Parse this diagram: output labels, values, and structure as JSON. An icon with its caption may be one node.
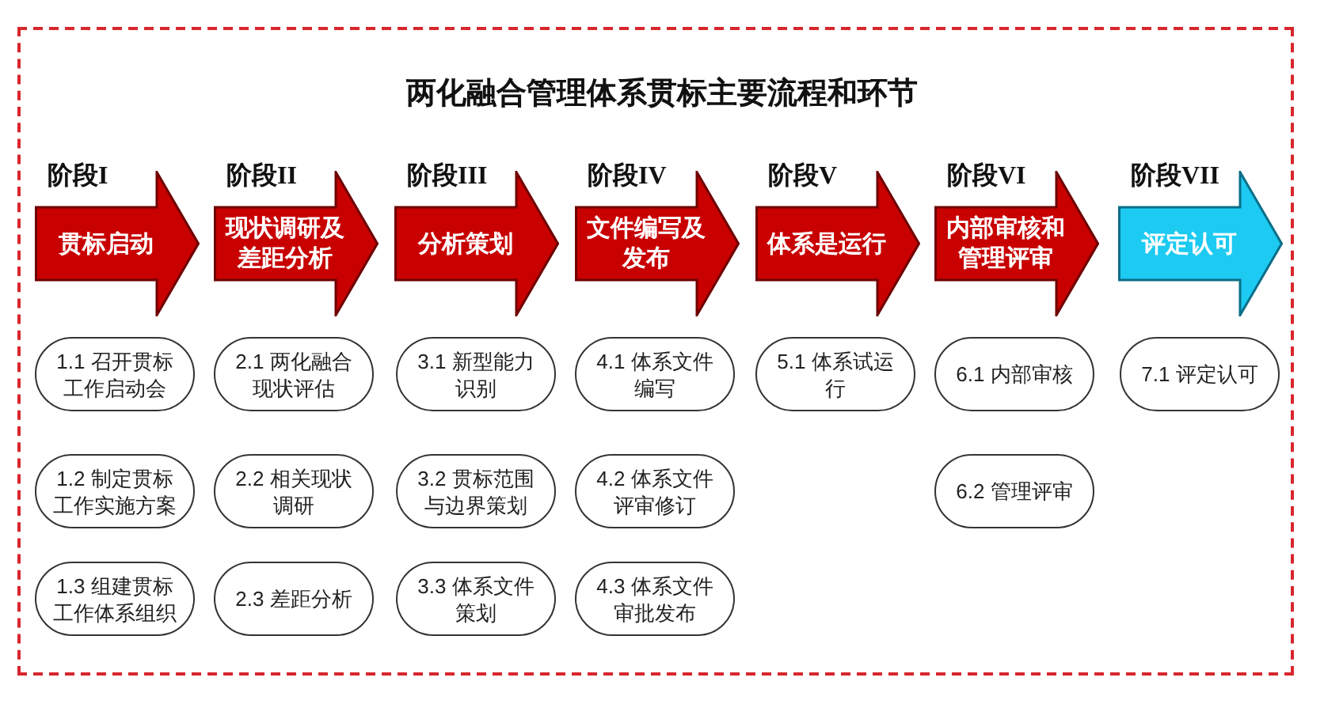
{
  "diagram": {
    "title": "两化融合管理体系贯标主要流程和环节",
    "nodes": [
      {
        "text": [
          "阶段I",
          "贯标启动"
        ]
      },
      {
        "text": [
          "阶段II",
          "现状调研及差距分析"
        ]
      },
      {
        "text": [
          "阶段III",
          "分析策划"
        ]
      },
      {
        "text": [
          "阶段IV",
          "文件编写及发布"
        ]
      },
      {
        "text": [
          "阶段V",
          "体系是运行"
        ]
      },
      {
        "text": [
          "阶段VI",
          "内部审核和管理评审"
        ]
      },
      {
        "text": [
          "阶段VII",
          "评定认可"
        ]
      },
      {
        "text": [
          "1.1 召开贯标工作启动会"
        ]
      },
      {
        "text": [
          "2.1 两化融合现状评估"
        ]
      },
      {
        "text": [
          "3.1 新型能力识别"
        ]
      },
      {
        "text": [
          "4.1 体系文件编写"
        ]
      },
      {
        "text": [
          "5.1 体系试运行"
        ]
      },
      {
        "text": [
          "6.1 内部审核"
        ]
      },
      {
        "text": [
          "7.1 评定认可"
        ]
      },
      {
        "text": [
          "1.2 制定贯标工作实施方案"
        ]
      },
      {
        "text": [
          "2.2 相关现状调研"
        ]
      },
      {
        "text": [
          "3.2 贯标范围与边界策划"
        ]
      },
      {
        "text": [
          "4.2 体系文件评审修订"
        ]
      },
      {
        "text": [
          "6.2 管理评审"
        ]
      },
      {
        "text": [
          "1.3 组建贯标工作体系组织"
        ]
      },
      {
        "text": [
          "2.3 差距分析"
        ]
      },
      {
        "text": [
          "3.3 体系文件策划"
        ]
      },
      {
        "text": [
          "4.3 体系文件审批发布"
        ]
      }
    ]
  }
}
